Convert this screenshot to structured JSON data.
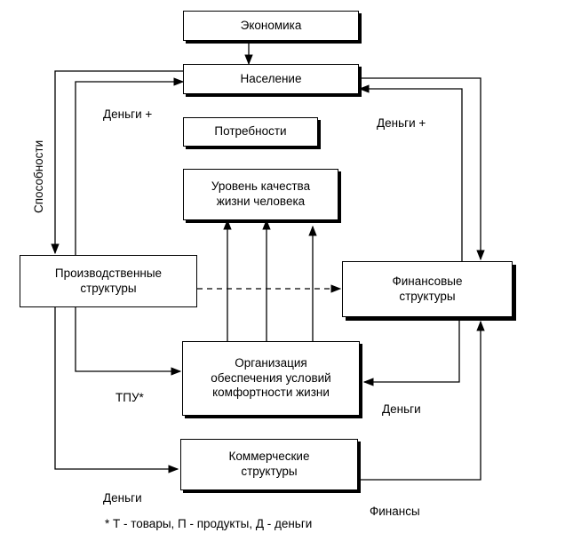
{
  "boxes": {
    "economy": "Экономика",
    "population": "Население",
    "needs": "Потребности",
    "quality_line1": "Уровень качества",
    "quality_line2": "жизни человека",
    "production_line1": "Производственные",
    "production_line2": "структуры",
    "finance_line1": "Финансовые",
    "finance_line2": "структуры",
    "org_line1": "Организация",
    "org_line2": "обеспечения условий",
    "org_line3": "комфортности жизни",
    "commerce_line1": "Коммерческие",
    "commerce_line2": "структуры"
  },
  "labels": {
    "money_plus_left": "Деньги +",
    "money_plus_right": "Деньги +",
    "abilities": "Способности",
    "tpu": "ТПУ*",
    "money_right": "Деньги",
    "money_bottom": "Деньги",
    "finances": "Финансы"
  },
  "footnote": "* Т - товары, П - продукты, Д - деньги"
}
